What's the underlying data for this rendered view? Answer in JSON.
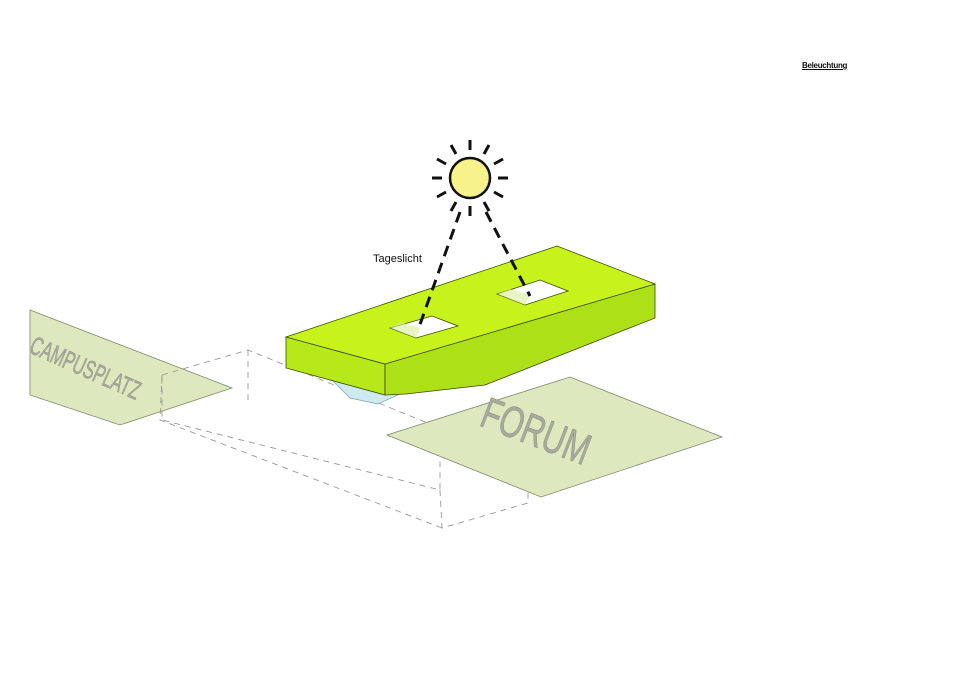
{
  "heading": "Beleuchtung",
  "labels": {
    "daylight": "Tageslicht",
    "campusplatz": "CAMPUSPLATZ",
    "forum": "FORUM"
  },
  "colors": {
    "building_top": "#c8f21c",
    "building_side": "#aee018",
    "building_front": "#b7e81a",
    "plaza_fill": "#dde8be",
    "plaza_text": "#a8ab9c",
    "sun_fill": "#f7f38a",
    "glazing": "#cfe9ef",
    "dashed_outline": "#9a9a9a",
    "light_rays": "#111111"
  },
  "icons": [
    "sun-icon"
  ]
}
